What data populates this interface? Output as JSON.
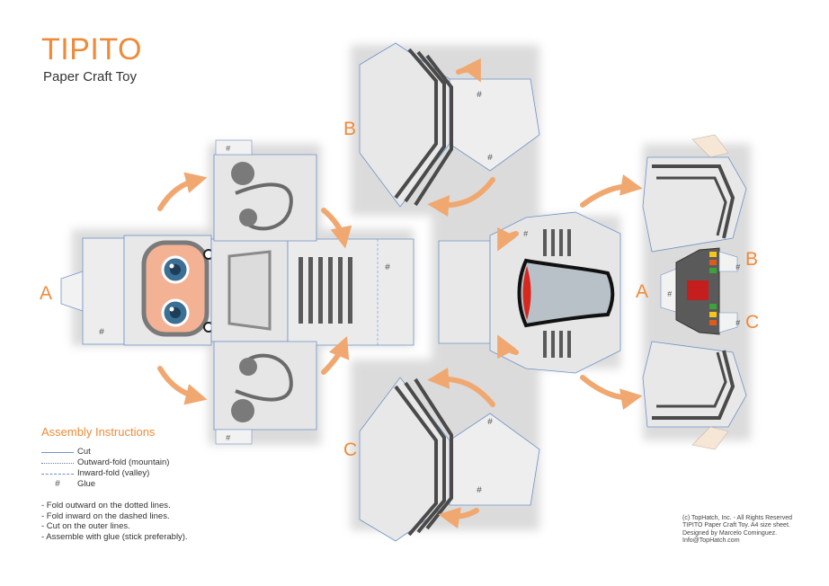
{
  "header": {
    "title": "TIPITO",
    "subtitle": "Paper Craft Toy"
  },
  "markers": {
    "b_top": "B",
    "a_left": "A",
    "c_bottom": "C",
    "a_right": "A",
    "b_right": "B",
    "c_right": "C"
  },
  "instructions": {
    "title": "Assembly Instructions",
    "legend": [
      {
        "label": "Cut"
      },
      {
        "label": "Outward-fold (mountain)"
      },
      {
        "label": "Inward-fold (valley)"
      },
      {
        "label": "Glue",
        "symbol": "#"
      }
    ],
    "steps": [
      "- Fold outward on the dotted lines.",
      "- Fold inward on the dashed lines.",
      "- Cut on the outer lines.",
      "- Assemble with glue (stick preferably)."
    ]
  },
  "credits": [
    "(c) TopHatch, Inc. - All Rights Reserved",
    "TIPITO Paper Craft Toy. A4 size sheet.",
    "Designed by Marcelo Cominguez.",
    "Info@TopHatch.com"
  ],
  "glue_symbol": "#",
  "colors": {
    "accent": "#ee8b3a",
    "arrow": "#f0a870",
    "panel": "#e6e6e6",
    "cut_line": "#6f93c6",
    "stripe": "#555555",
    "face": "#f4b295",
    "eye": "#3b6f94",
    "mouth": "#d8281e"
  }
}
